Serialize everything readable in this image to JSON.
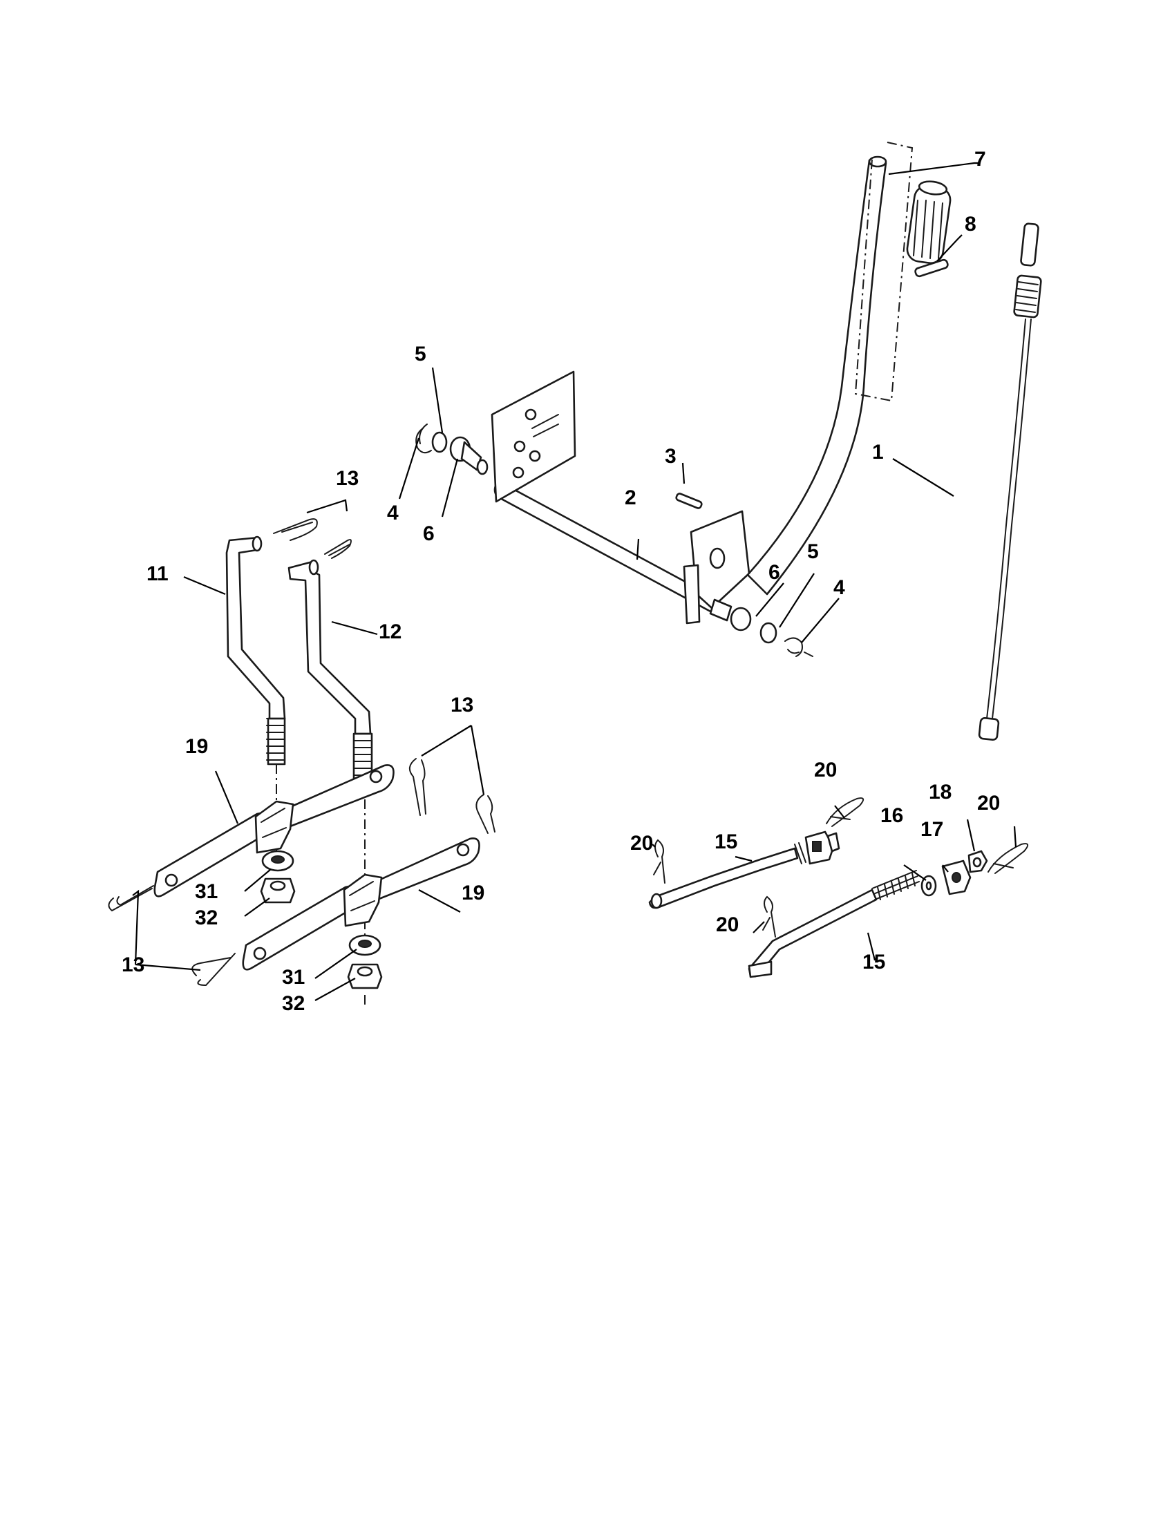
{
  "callouts": [
    {
      "id": "c1",
      "text": "1"
    },
    {
      "id": "c2",
      "text": "2"
    },
    {
      "id": "c3",
      "text": "3"
    },
    {
      "id": "c4a",
      "text": "4"
    },
    {
      "id": "c4b",
      "text": "4"
    },
    {
      "id": "c5a",
      "text": "5"
    },
    {
      "id": "c5b",
      "text": "5"
    },
    {
      "id": "c6a",
      "text": "6"
    },
    {
      "id": "c6b",
      "text": "6"
    },
    {
      "id": "c7",
      "text": "7"
    },
    {
      "id": "c8",
      "text": "8"
    },
    {
      "id": "c11",
      "text": "11"
    },
    {
      "id": "c12",
      "text": "12"
    },
    {
      "id": "c13a",
      "text": "13"
    },
    {
      "id": "c13b",
      "text": "13"
    },
    {
      "id": "c13c",
      "text": "13"
    },
    {
      "id": "c15a",
      "text": "15"
    },
    {
      "id": "c15b",
      "text": "15"
    },
    {
      "id": "c16",
      "text": "16"
    },
    {
      "id": "c17",
      "text": "17"
    },
    {
      "id": "c18",
      "text": "18"
    },
    {
      "id": "c19a",
      "text": "19"
    },
    {
      "id": "c19b",
      "text": "19"
    },
    {
      "id": "c20a",
      "text": "20"
    },
    {
      "id": "c20b",
      "text": "20"
    },
    {
      "id": "c20c",
      "text": "20"
    },
    {
      "id": "c20d",
      "text": "20"
    },
    {
      "id": "c31a",
      "text": "31"
    },
    {
      "id": "c31b",
      "text": "31"
    },
    {
      "id": "c32a",
      "text": "32"
    },
    {
      "id": "c32b",
      "text": "32"
    }
  ]
}
